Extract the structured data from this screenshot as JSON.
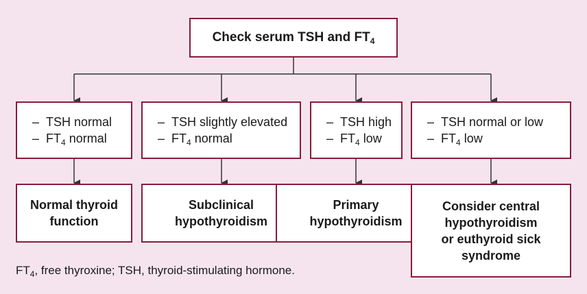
{
  "colors": {
    "background": "#f5e4ee",
    "box_border": "#8b1a3b",
    "box_fill": "#ffffff",
    "connector": "#333333"
  },
  "start": {
    "pre": "Check serum TSH and FT",
    "sub": "4"
  },
  "conditions": [
    {
      "lines": [
        {
          "dash": "–",
          "pre": "TSH normal",
          "sub": "",
          "post": ""
        },
        {
          "dash": "–",
          "pre": "FT",
          "sub": "4",
          "post": " normal"
        }
      ]
    },
    {
      "lines": [
        {
          "dash": "–",
          "pre": "TSH slightly elevated",
          "sub": "",
          "post": ""
        },
        {
          "dash": "–",
          "pre": "FT",
          "sub": "4",
          "post": " normal"
        }
      ]
    },
    {
      "lines": [
        {
          "dash": "–",
          "pre": "TSH high",
          "sub": "",
          "post": ""
        },
        {
          "dash": "–",
          "pre": "FT",
          "sub": "4",
          "post": " low"
        }
      ]
    },
    {
      "lines": [
        {
          "dash": "–",
          "pre": "TSH normal or low",
          "sub": "",
          "post": ""
        },
        {
          "dash": "–",
          "pre": "FT",
          "sub": "4",
          "post": " low"
        }
      ]
    }
  ],
  "results": [
    {
      "lines": [
        "Normal thyroid",
        "function"
      ]
    },
    {
      "lines": [
        "Subclinical",
        "hypothyroidism"
      ]
    },
    {
      "lines": [
        "Primary",
        "hypothyroidism"
      ]
    },
    {
      "lines": [
        "Consider central",
        "hypothyroidism",
        "or euthyroid sick",
        "syndrome"
      ]
    }
  ],
  "footnote": {
    "pre": "FT",
    "sub": "4",
    "post": ", free thyroxine; TSH, thyroid-stimulating hormone."
  }
}
